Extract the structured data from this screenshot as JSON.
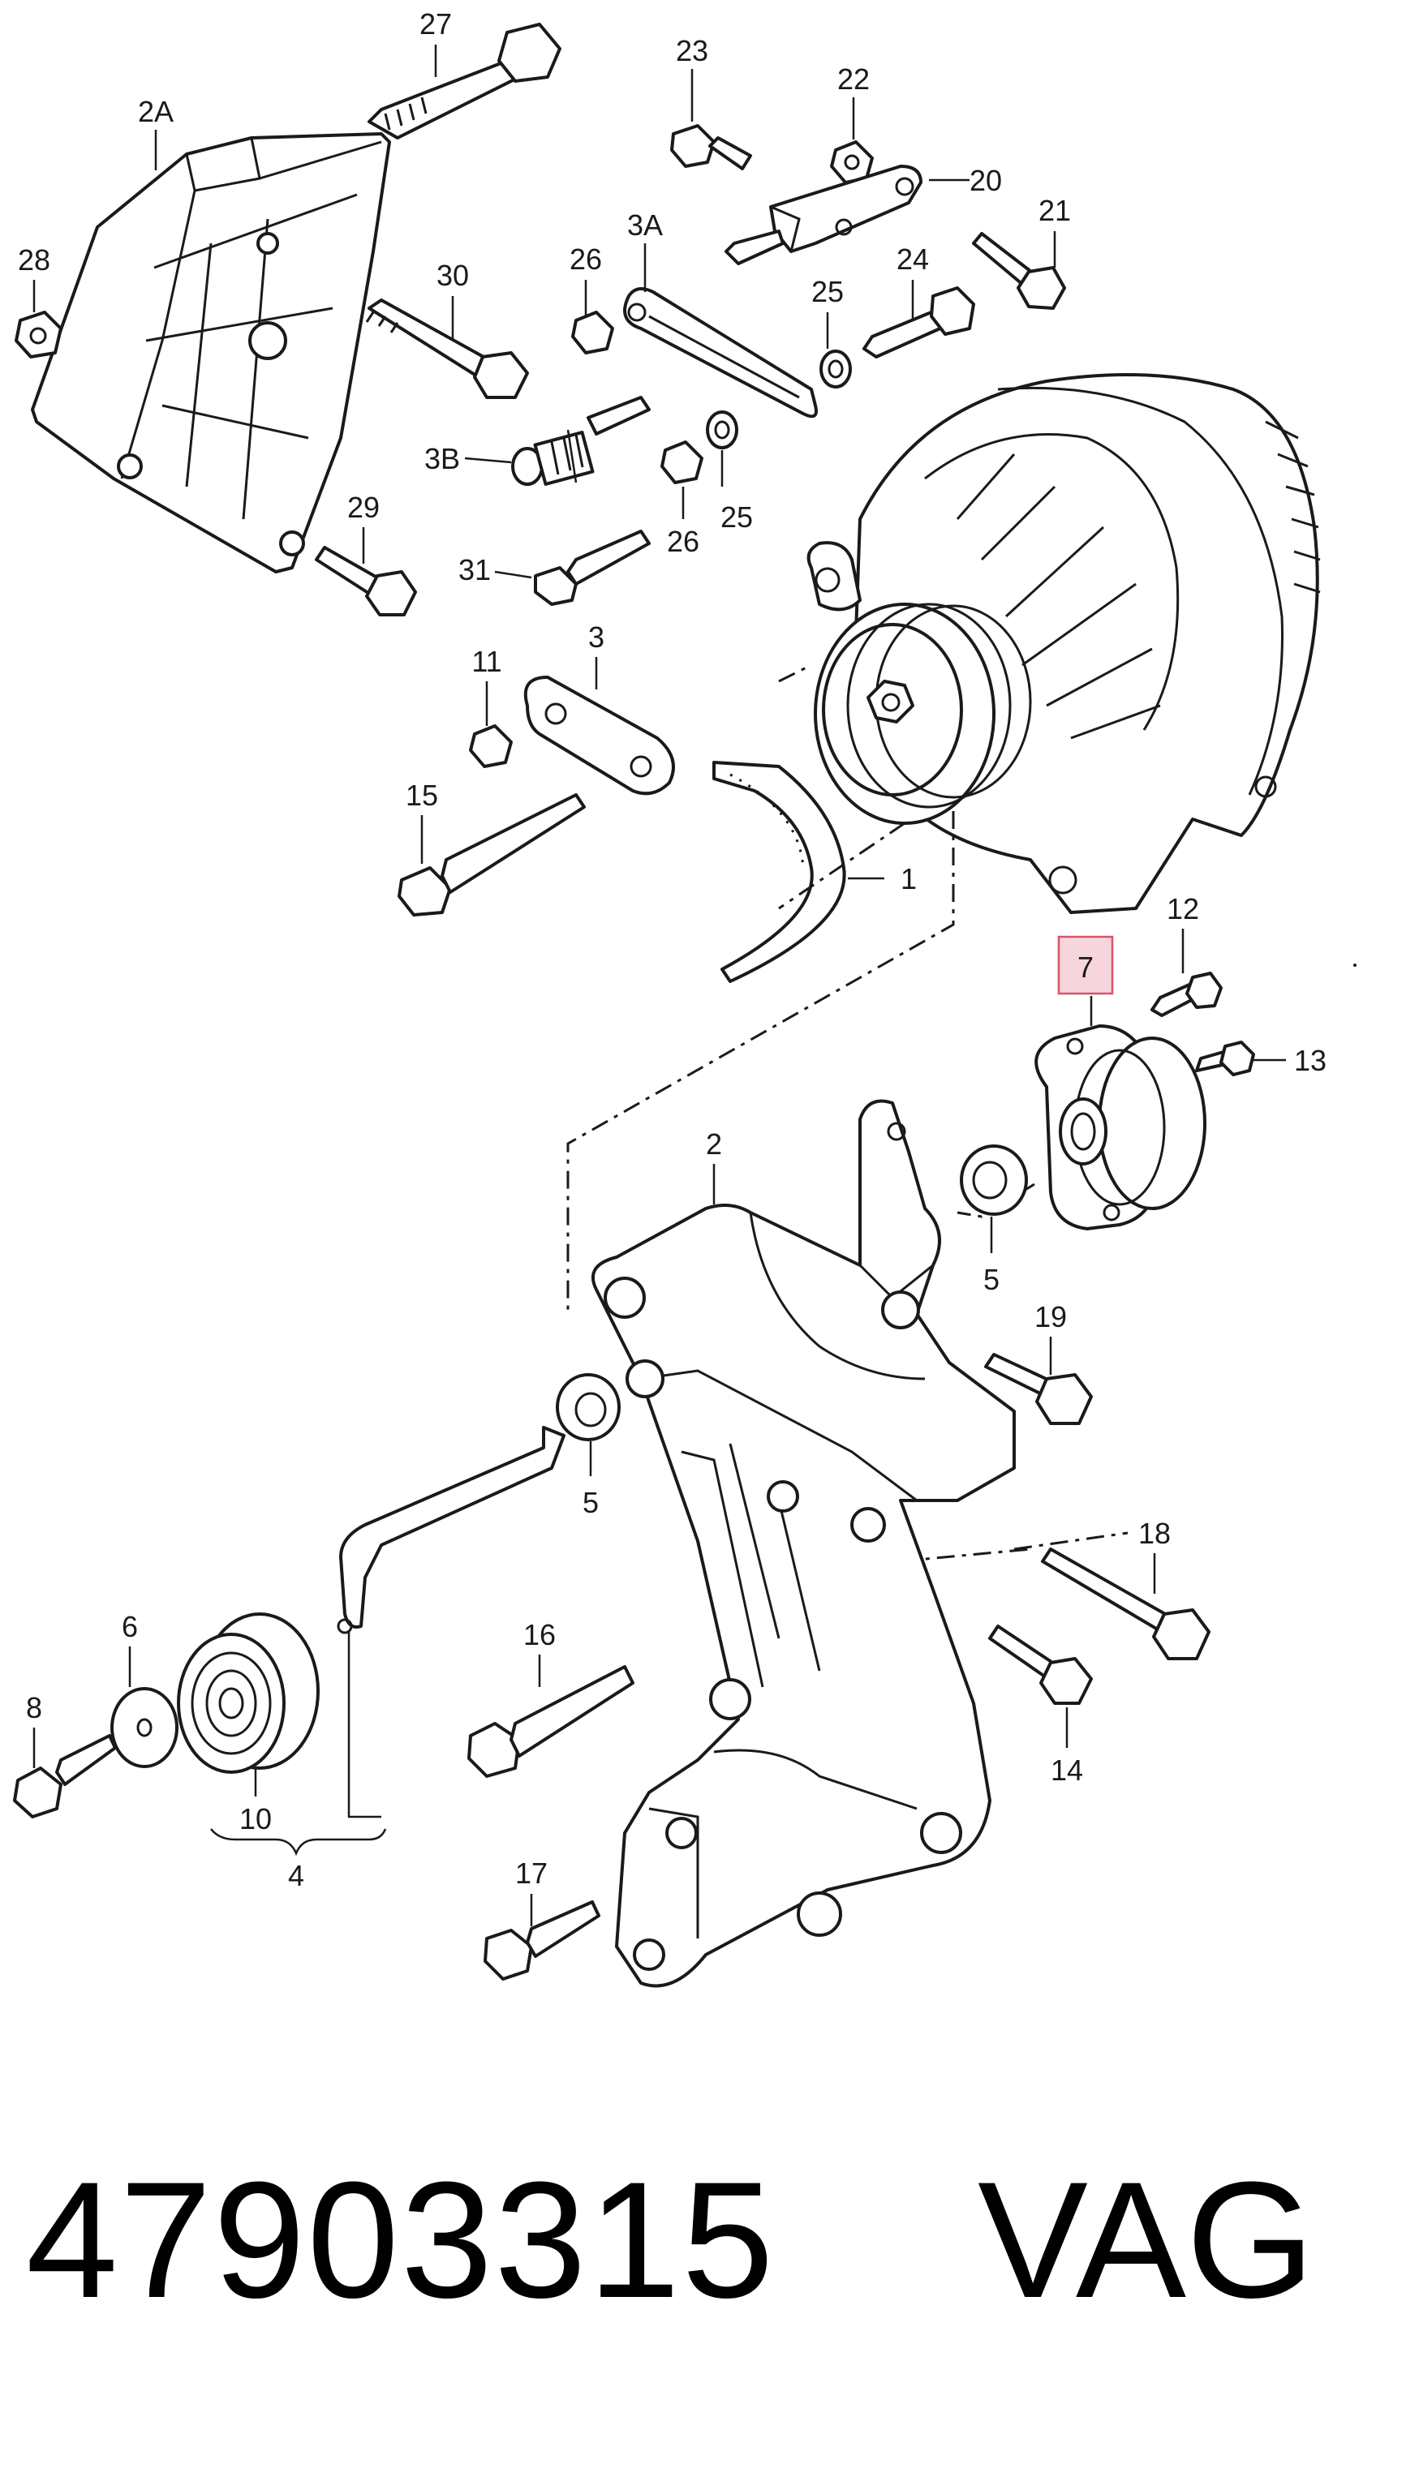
{
  "callouts": {
    "c27": "27",
    "c2A": "2A",
    "c28": "28",
    "c30": "30",
    "c29": "29",
    "c23": "23",
    "c22": "22",
    "c20": "20",
    "c21": "21",
    "c3A": "3A",
    "c26a": "26",
    "c25a": "25",
    "c24": "24",
    "c3B": "3B",
    "c26b": "26",
    "c25b": "25",
    "c31": "31",
    "c11": "11",
    "c3": "3",
    "c15": "15",
    "c1": "1",
    "c7": "7",
    "c12": "12",
    "c13": "13",
    "c2": "2",
    "c5a": "5",
    "c19": "19",
    "c5b": "5",
    "c6": "6",
    "c8": "8",
    "c10": "10",
    "c4": "4",
    "c16": "16",
    "c18": "18",
    "c14": "14",
    "c17": "17"
  },
  "highlighted_callout": "7",
  "colors": {
    "highlight_fill": "#f6d6dc",
    "highlight_border": "#d9536b",
    "ink": "#1a1a1a"
  },
  "part_number": "47903315",
  "brand": "VAG"
}
